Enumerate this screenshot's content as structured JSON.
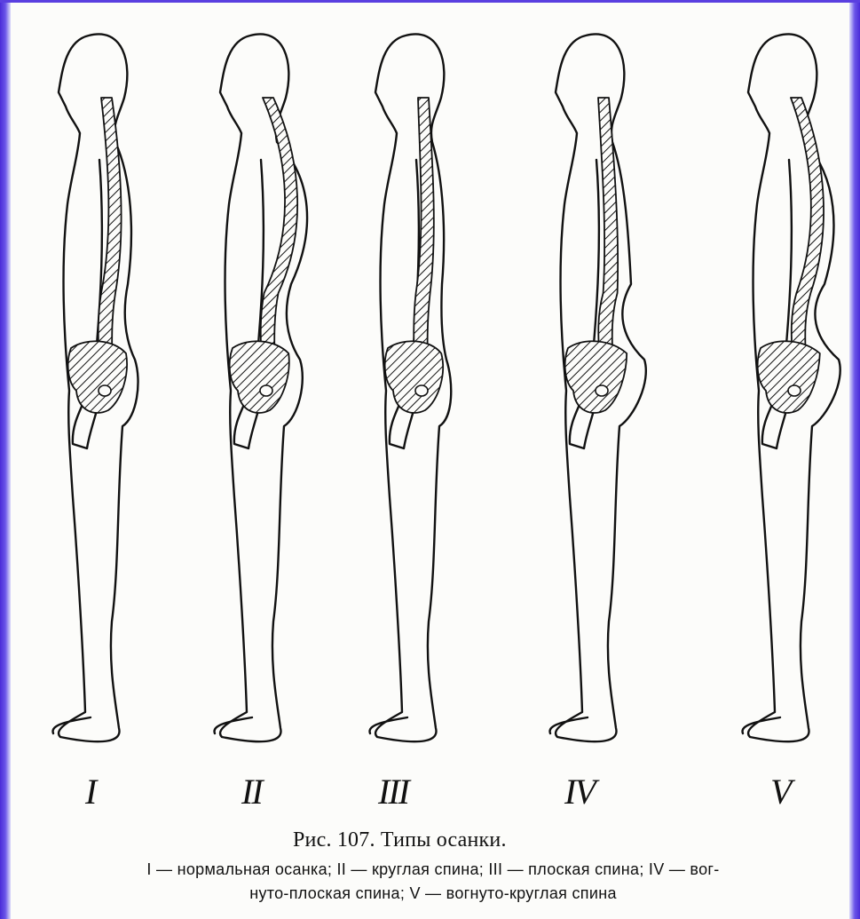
{
  "figures": [
    {
      "numeral": "I",
      "curve": "normal"
    },
    {
      "numeral": "II",
      "curve": "round"
    },
    {
      "numeral": "III",
      "curve": "flat"
    },
    {
      "numeral": "IV",
      "curve": "concave-flat"
    },
    {
      "numeral": "V",
      "curve": "concave-round"
    }
  ],
  "caption": {
    "title": "Рис. 107. Типы осанки.",
    "legend_line1": "I — нормальная осанка; II — круглая спина; III — плоская спина; IV — вог-",
    "legend_line2": "нуто-плоская спина; V — вогнуто-круглая спина"
  },
  "colors": {
    "frame": "#4a2bd8",
    "ink": "#111111",
    "paper": "#fcfcfa"
  }
}
